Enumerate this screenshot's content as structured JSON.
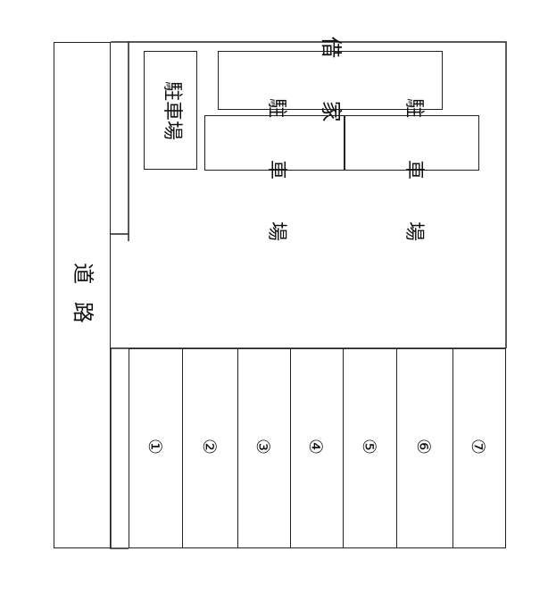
{
  "road": {
    "label": "道 路"
  },
  "parking_left": {
    "label": "駐車場"
  },
  "house": {
    "label": "借 家"
  },
  "parking_a": {
    "label": "駐 車 場"
  },
  "parking_b": {
    "label": "駐 車 場"
  },
  "stalls": [
    "①",
    "②",
    "③",
    "④",
    "⑤",
    "⑥",
    "⑦"
  ]
}
